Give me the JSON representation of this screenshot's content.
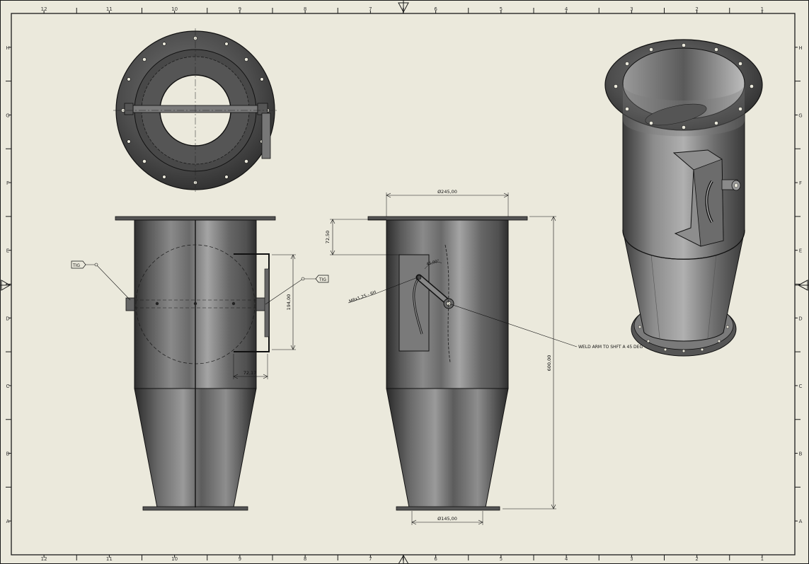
{
  "drawing": {
    "colors": {
      "paper": "#ebe9dc",
      "line": "#1a1a1a",
      "metal_dark": "#3c3c3c",
      "metal_light": "#a6a6a6"
    },
    "border": {
      "columns": [
        "12",
        "11",
        "10",
        "9",
        "8",
        "7",
        "6",
        "5",
        "4",
        "3",
        "2",
        "1"
      ],
      "rows": [
        "H",
        "G",
        "F",
        "E",
        "D",
        "C",
        "B",
        "A"
      ]
    },
    "front_view": {
      "dimension_height": "194,00",
      "dimension_width": "72,17",
      "weld_left": "TIG",
      "weld_right": "TIG"
    },
    "side_view": {
      "dim_top_diameter": "Ø245,00",
      "dim_bottom_diameter": "Ø145,00",
      "dim_flange_offset": "72,50",
      "dim_total_height": "600,00",
      "thread_callout": "M8x1,25 - 6H",
      "angle_callout": "45,00°",
      "weld_note": "WELD ARM TO SHFT A 45 DEG"
    }
  }
}
